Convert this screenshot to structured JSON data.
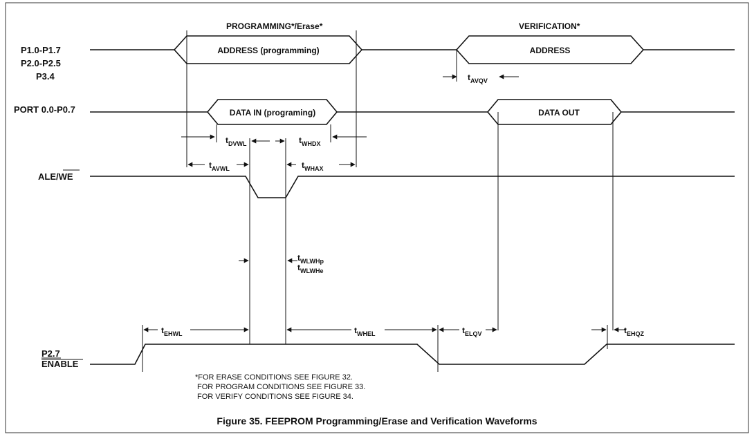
{
  "signals": {
    "p1": "P1.0-P1.7",
    "p2": "P2.0-P2.5",
    "p3": "P3.4",
    "port0": "PORT 0.0-P0.7",
    "ale_prefix": "ALE/",
    "ale_we": "WE",
    "p27": "P2.7",
    "enable": "ENABLE"
  },
  "phases": {
    "programming": "PROGRAMMING*/Erase*",
    "verification": "VERIFICATION*"
  },
  "buses": {
    "address_prog": "ADDRESS (programming)",
    "address": "ADDRESS",
    "data_in": "DATA IN (programing)",
    "data_out": "DATA OUT"
  },
  "timing": {
    "avqv": {
      "t": "t",
      "sub": "AVQV"
    },
    "dvwl": {
      "t": "t",
      "sub": "DVWL"
    },
    "whdx": {
      "t": "t",
      "sub": "WHDX"
    },
    "avwl": {
      "t": "t",
      "sub": "AVWL"
    },
    "whax": {
      "t": "t",
      "sub": "WHAX"
    },
    "wlwhp": {
      "t": "t",
      "sub": "WLWHp"
    },
    "wlwhe": {
      "t": "t",
      "sub": "WLWHe"
    },
    "ehwl": {
      "t": "t",
      "sub": "EHWL"
    },
    "whel": {
      "t": "t",
      "sub": "WHEL"
    },
    "elqv": {
      "t": "t",
      "sub": "ELQV"
    },
    "ehqz": {
      "t": "t",
      "sub": "EHQZ"
    }
  },
  "notes": [
    "*FOR ERASE CONDITIONS SEE FIGURE 32.",
    "FOR PROGRAM CONDITIONS SEE FIGURE 33.",
    "FOR VERIFY CONDITIONS SEE FIGURE 34."
  ],
  "caption": "Figure 35.  FEEPROM Programming/Erase and Verification Waveforms"
}
